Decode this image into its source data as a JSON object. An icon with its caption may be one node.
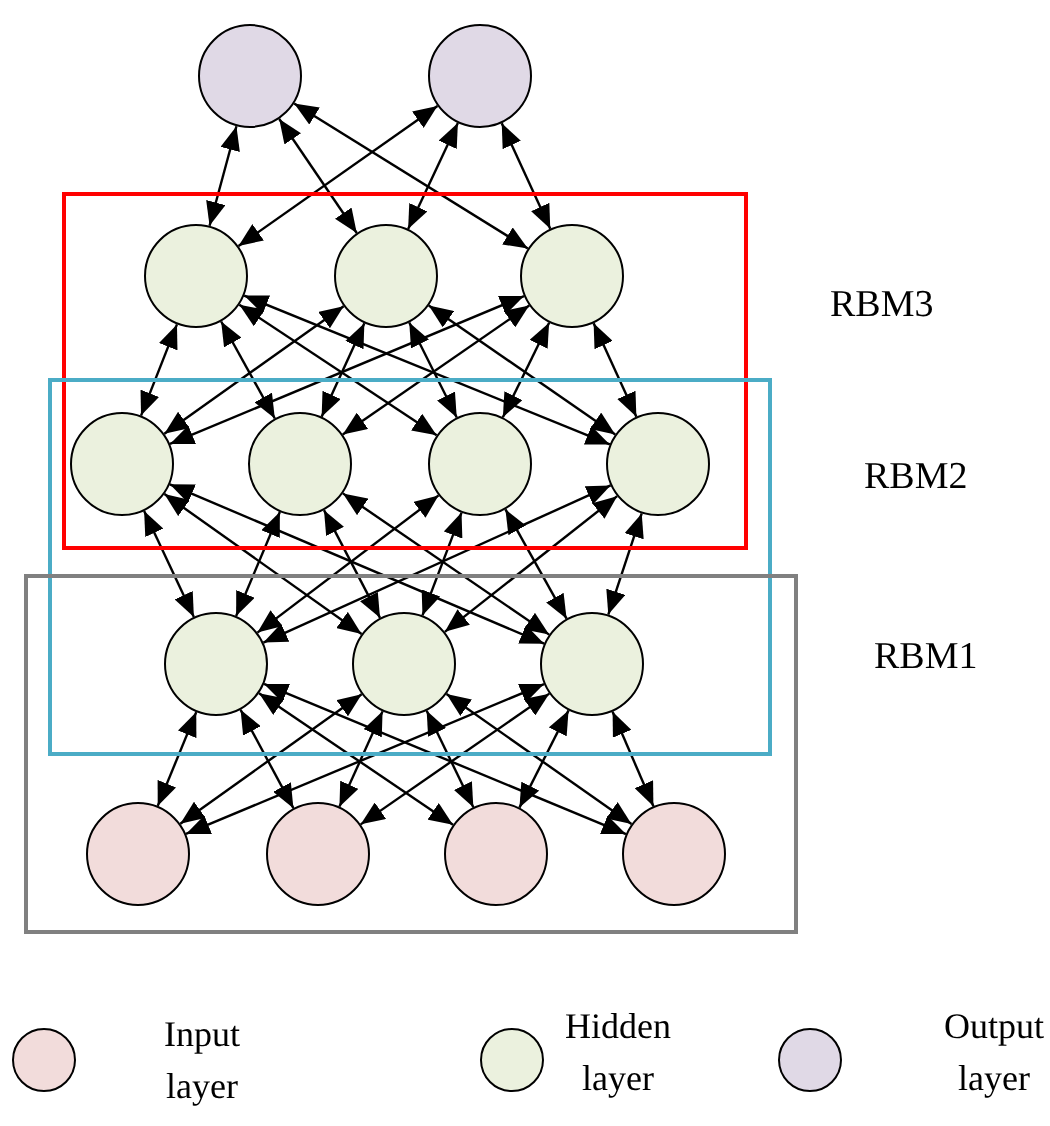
{
  "diagram": {
    "nodes": [
      {
        "text": [],
        "shape": "circle"
      },
      {
        "text": [],
        "shape": "circle"
      },
      {
        "text": [],
        "shape": "circle"
      },
      {
        "text": [],
        "shape": "circle"
      },
      {
        "text": [],
        "shape": "circle"
      },
      {
        "text": [],
        "shape": "circle"
      },
      {
        "text": [],
        "shape": "circle"
      },
      {
        "text": [],
        "shape": "circle"
      },
      {
        "text": [],
        "shape": "circle"
      },
      {
        "text": [],
        "shape": "circle"
      },
      {
        "text": [],
        "shape": "circle"
      },
      {
        "text": [],
        "shape": "circle"
      },
      {
        "text": [],
        "shape": "circle"
      },
      {
        "text": [],
        "shape": "circle"
      },
      {
        "text": [],
        "shape": "circle"
      },
      {
        "text": [],
        "shape": "circle"
      }
    ],
    "edges": [
      {
        "from": 0,
        "to": 2,
        "arrow": "both"
      },
      {
        "from": 0,
        "to": 3,
        "arrow": "both"
      },
      {
        "from": 0,
        "to": 4,
        "arrow": "both"
      },
      {
        "from": 1,
        "to": 2,
        "arrow": "both"
      },
      {
        "from": 1,
        "to": 3,
        "arrow": "both"
      },
      {
        "from": 1,
        "to": 4,
        "arrow": "both"
      },
      {
        "from": 2,
        "to": 5,
        "arrow": "both"
      },
      {
        "from": 2,
        "to": 6,
        "arrow": "both"
      },
      {
        "from": 2,
        "to": 7,
        "arrow": "both"
      },
      {
        "from": 2,
        "to": 8,
        "arrow": "both"
      },
      {
        "from": 3,
        "to": 5,
        "arrow": "both"
      },
      {
        "from": 3,
        "to": 6,
        "arrow": "both"
      },
      {
        "from": 3,
        "to": 7,
        "arrow": "both"
      },
      {
        "from": 3,
        "to": 8,
        "arrow": "both"
      },
      {
        "from": 4,
        "to": 5,
        "arrow": "both"
      },
      {
        "from": 4,
        "to": 6,
        "arrow": "both"
      },
      {
        "from": 4,
        "to": 7,
        "arrow": "both"
      },
      {
        "from": 4,
        "to": 8,
        "arrow": "both"
      },
      {
        "from": 5,
        "to": 9,
        "arrow": "both"
      },
      {
        "from": 5,
        "to": 10,
        "arrow": "both"
      },
      {
        "from": 5,
        "to": 11,
        "arrow": "both"
      },
      {
        "from": 6,
        "to": 9,
        "arrow": "both"
      },
      {
        "from": 6,
        "to": 10,
        "arrow": "both"
      },
      {
        "from": 6,
        "to": 11,
        "arrow": "both"
      },
      {
        "from": 7,
        "to": 9,
        "arrow": "both"
      },
      {
        "from": 7,
        "to": 10,
        "arrow": "both"
      },
      {
        "from": 7,
        "to": 11,
        "arrow": "both"
      },
      {
        "from": 8,
        "to": 9,
        "arrow": "both"
      },
      {
        "from": 8,
        "to": 10,
        "arrow": "both"
      },
      {
        "from": 8,
        "to": 11,
        "arrow": "both"
      },
      {
        "from": 9,
        "to": 12,
        "arrow": "both"
      },
      {
        "from": 9,
        "to": 13,
        "arrow": "both"
      },
      {
        "from": 9,
        "to": 14,
        "arrow": "both"
      },
      {
        "from": 9,
        "to": 15,
        "arrow": "both"
      },
      {
        "from": 10,
        "to": 12,
        "arrow": "both"
      },
      {
        "from": 10,
        "to": 13,
        "arrow": "both"
      },
      {
        "from": 10,
        "to": 14,
        "arrow": "both"
      },
      {
        "from": 10,
        "to": 15,
        "arrow": "both"
      },
      {
        "from": 11,
        "to": 12,
        "arrow": "both"
      },
      {
        "from": 11,
        "to": 13,
        "arrow": "both"
      },
      {
        "from": 11,
        "to": 14,
        "arrow": "both"
      },
      {
        "from": 11,
        "to": 15,
        "arrow": "both"
      }
    ],
    "labels": [
      "RBM3",
      "RBM2",
      "RBM1"
    ],
    "legend": [
      {
        "text": "Input layer",
        "color": "#f2dcdb"
      },
      {
        "text": "Hidden layer",
        "color": "#ebf1de"
      },
      {
        "text": "Output layer",
        "color": "#e0d9e6"
      }
    ]
  }
}
